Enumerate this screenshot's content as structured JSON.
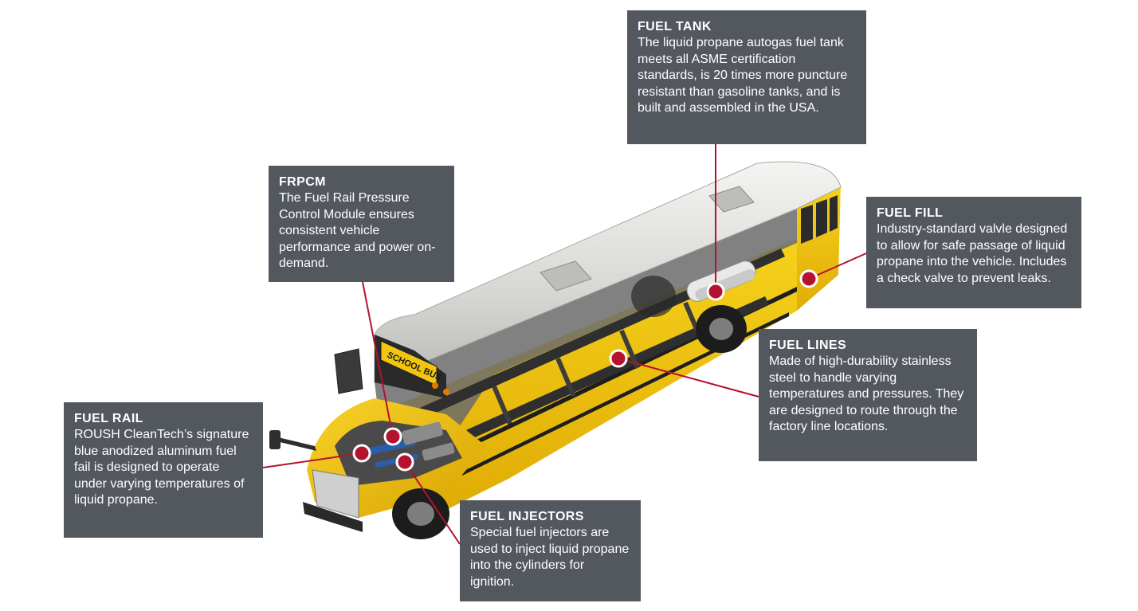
{
  "callouts": {
    "fuel_tank": {
      "title": "FUEL TANK",
      "text": "The liquid propane autogas fuel tank meets all ASME certification standards, is 20 times more puncture resistant than gasoline tanks, and is built and assembled in the USA."
    },
    "frpcm": {
      "title": "FRPCM",
      "text": "The Fuel Rail Pressure Control Module ensures consistent vehicle performance and power on-demand."
    },
    "fuel_fill": {
      "title": "FUEL FILL",
      "text": "Industry-standard valvle designed to allow for safe passage of liquid propane into the vehicle. Includes a check valve to prevent leaks."
    },
    "fuel_lines": {
      "title": "FUEL LINES",
      "text": "Made of high-durability stainless steel to handle varying temperatures and pressures. They are designed to route through the factory line locations."
    },
    "fuel_rail": {
      "title": "FUEL RAIL",
      "text": "ROUSH CleanTech’s signature blue anodized aluminum fuel fail is designed to operate under varying temperatures of liquid propane."
    },
    "fuel_injectors": {
      "title": "FUEL INJECTORS",
      "text": "Special fuel injectors are used to inject liquid propane into the cylinders for ignition."
    }
  },
  "bus": {
    "destination_sign": "SCHOOL BUS"
  },
  "colors": {
    "callout_bg": "#53585e",
    "callout_text": "#ffffff",
    "leader_line": "#b5122f",
    "marker_fill": "#b5122f",
    "bus_yellow": "#f2c511",
    "roof_silver": "#d9d9d6",
    "chassis_dark": "#3a3a3a"
  }
}
